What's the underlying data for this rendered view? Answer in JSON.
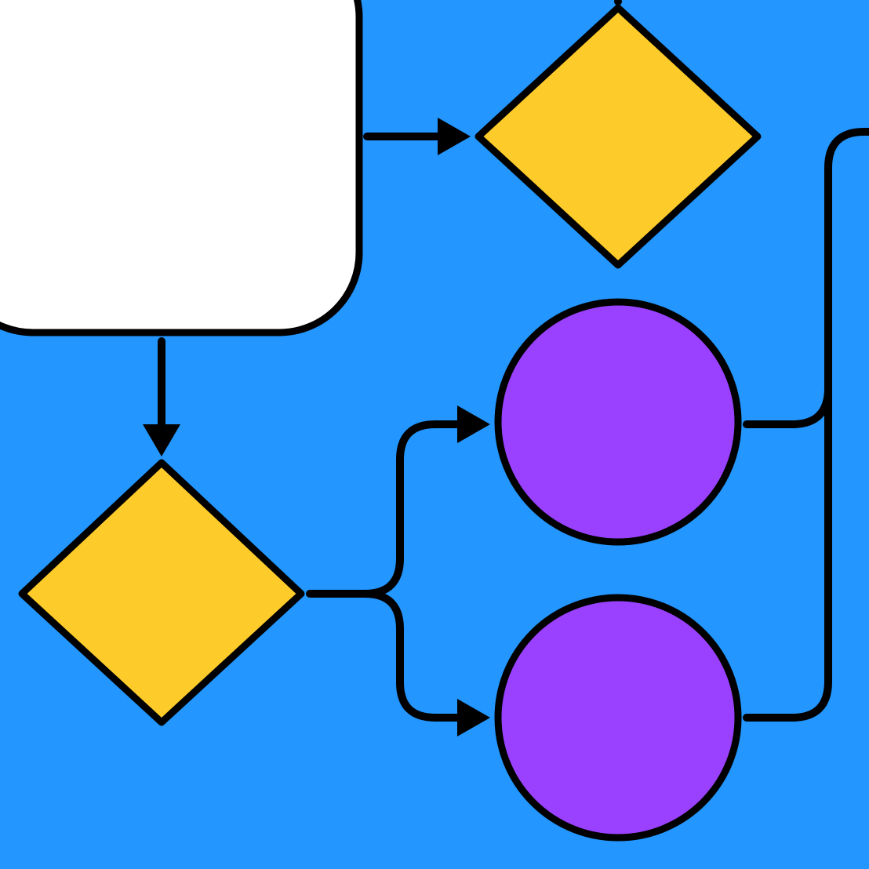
{
  "colors": {
    "background": "#2396FF",
    "rounded_box": "#FFFFFF",
    "decision": "#FDCB2A",
    "circle": "#9941FE",
    "stroke": "#000000"
  },
  "nodes": [
    {
      "id": "process-box",
      "shape": "rounded-rect"
    },
    {
      "id": "decision-top",
      "shape": "diamond"
    },
    {
      "id": "decision-bottom",
      "shape": "diamond"
    },
    {
      "id": "circle-top",
      "shape": "circle"
    },
    {
      "id": "circle-bottom",
      "shape": "circle"
    }
  ],
  "edges": [
    {
      "from": "process-box",
      "to": "decision-top",
      "arrow": true
    },
    {
      "from": "process-box",
      "to": "decision-bottom",
      "arrow": true
    },
    {
      "from": "decision-bottom",
      "to": "circle-top",
      "arrow": true
    },
    {
      "from": "decision-bottom",
      "to": "circle-bottom",
      "arrow": true
    },
    {
      "from": "circle-top",
      "to": "merge-line",
      "arrow": false
    },
    {
      "from": "circle-bottom",
      "to": "merge-line",
      "arrow": false
    }
  ]
}
